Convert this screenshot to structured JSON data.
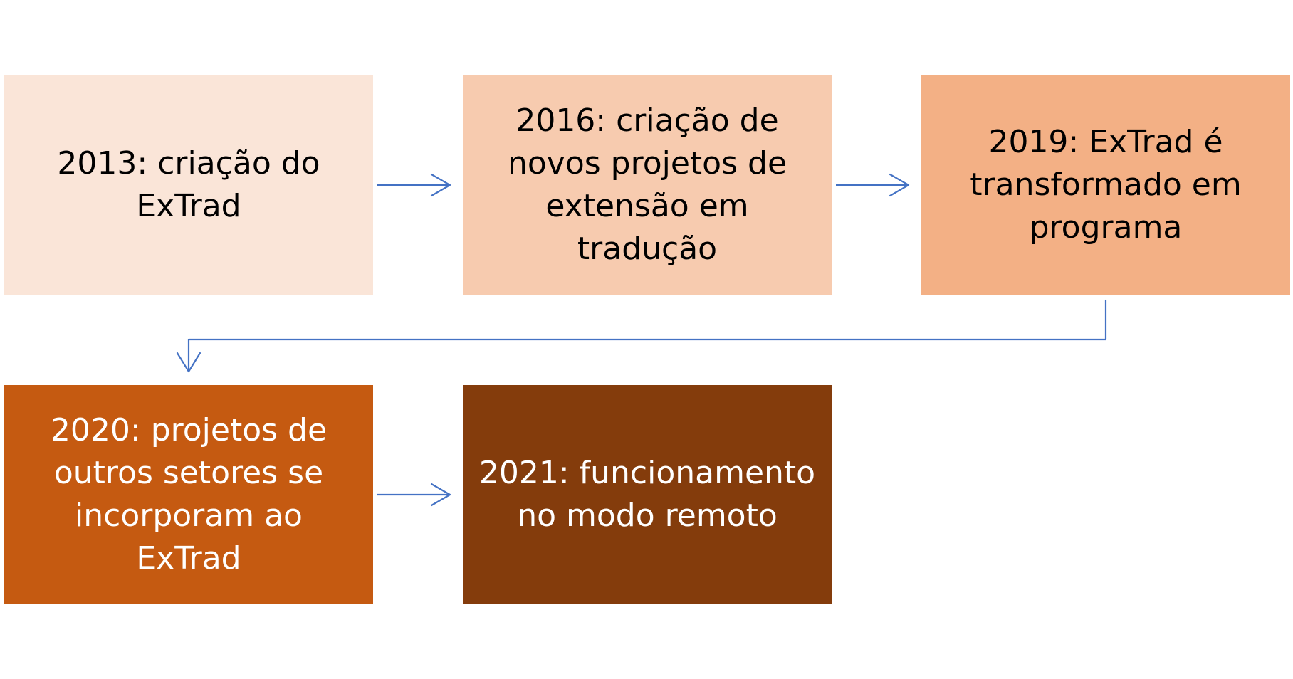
{
  "diagram": {
    "steps": [
      {
        "label": "2013: criação do ExTrad",
        "fill": "#FAE5D8",
        "text_color": "#000000"
      },
      {
        "label": "2016: criação de novos projetos de extensão em tradução",
        "fill": "#F7CBAF",
        "text_color": "#000000"
      },
      {
        "label": "2019: ExTrad é transformado em programa",
        "fill": "#F3B085",
        "text_color": "#000000"
      },
      {
        "label": "2020: projetos de outros setores se incorporam ao ExTrad",
        "fill": "#C55A11",
        "text_color": "#FFFFFF"
      },
      {
        "label": "2021: funcionamento no modo remoto",
        "fill": "#843C0C",
        "text_color": "#FFFFFF"
      }
    ],
    "connector_color": "#4472C4",
    "connections": [
      {
        "from": 1,
        "to": 2
      },
      {
        "from": 2,
        "to": 3
      },
      {
        "from": 3,
        "to": 4
      },
      {
        "from": 4,
        "to": 5
      }
    ]
  }
}
